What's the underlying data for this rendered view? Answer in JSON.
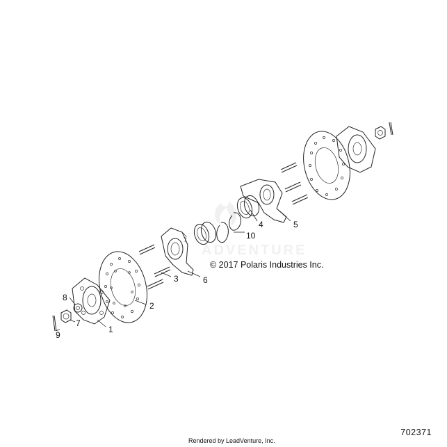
{
  "diagram": {
    "copyright": "© 2017 Polaris Industries Inc.",
    "part_number": "702371",
    "rendered_by": "Rendered by LeadVenture, Inc.",
    "watermark": "ADVENTURE",
    "callouts": {
      "c1": "1",
      "c2": "2",
      "c3": "3",
      "c4": "4",
      "c5": "5",
      "c6": "6",
      "c7": "7",
      "c8": "8",
      "c9": "9",
      "c10": "10"
    }
  }
}
